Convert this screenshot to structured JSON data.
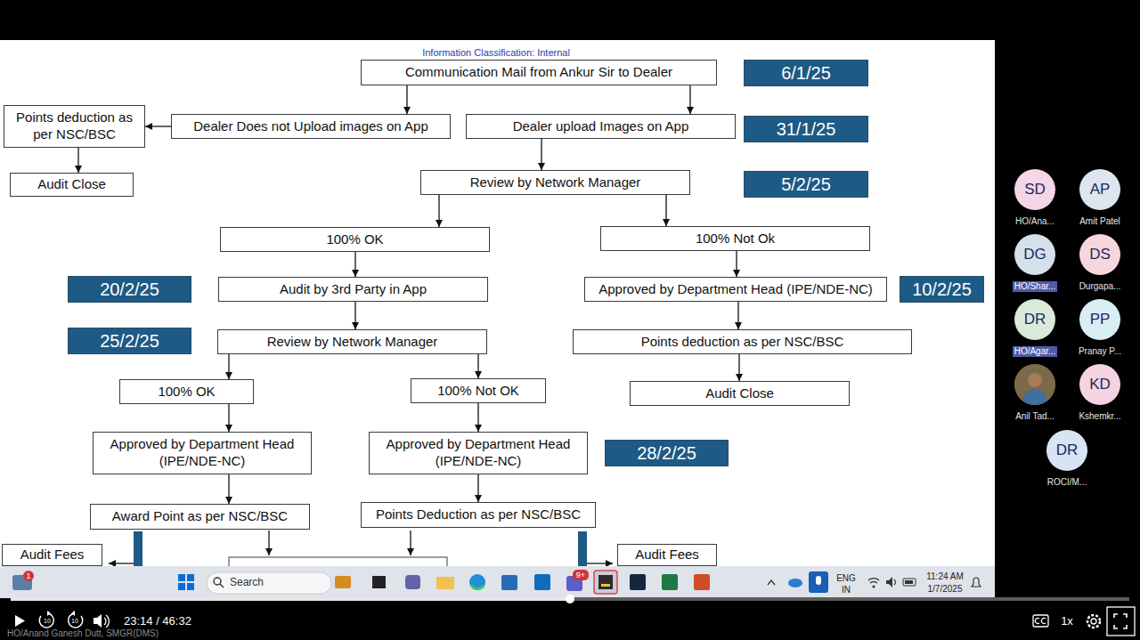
{
  "diagram": {
    "nodes": [
      {
        "text": [
          "Communication Mail from Ankur Sir to Dealer"
        ]
      },
      {
        "text": [
          "6/1/25"
        ]
      },
      {
        "text": [
          "Points deduction as per NSC/BSC"
        ]
      },
      {
        "text": [
          "Dealer Does not Upload images on App"
        ]
      },
      {
        "text": [
          "Dealer upload Images on App"
        ]
      },
      {
        "text": [
          "31/1/25"
        ]
      },
      {
        "text": [
          "Audit Close"
        ]
      },
      {
        "text": [
          "Review by Network Manager"
        ]
      },
      {
        "text": [
          "5/2/25"
        ]
      },
      {
        "text": [
          "100% OK"
        ]
      },
      {
        "text": [
          "100% Not Ok"
        ]
      },
      {
        "text": [
          "20/2/25"
        ]
      },
      {
        "text": [
          "Audit by 3rd Party in App"
        ]
      },
      {
        "text": [
          "Approved by Department Head (IPE/NDE-NC)"
        ]
      },
      {
        "text": [
          "10/2/25"
        ]
      },
      {
        "text": [
          "25/2/25"
        ]
      },
      {
        "text": [
          "Review by Network Manager"
        ]
      },
      {
        "text": [
          "Points deduction as per NSC/BSC"
        ]
      },
      {
        "text": [
          "100% OK"
        ]
      },
      {
        "text": [
          "100% Not OK"
        ]
      },
      {
        "text": [
          "Audit Close"
        ]
      },
      {
        "text": [
          "Approved by Department Head (IPE/NDE-NC)"
        ]
      },
      {
        "text": [
          "Approved by Department Head (IPE/NDE-NC)"
        ]
      },
      {
        "text": [
          "28/2/25"
        ]
      },
      {
        "text": [
          "Award Point as per NSC/BSC"
        ]
      },
      {
        "text": [
          "Points Deduction as per NSC/BSC"
        ]
      },
      {
        "text": [
          "Audit Fees"
        ]
      },
      {
        "text": [
          "Audit Fees"
        ]
      },
      {
        "text": [
          "SD",
          "HO/Ana..."
        ]
      },
      {
        "text": [
          "AP",
          "Amit Patel"
        ]
      },
      {
        "text": [
          "DG",
          "HO/Shar..."
        ]
      },
      {
        "text": [
          "DS",
          "Durgapa..."
        ]
      },
      {
        "text": [
          "DR",
          "HO/Agar..."
        ]
      },
      {
        "text": [
          "PP",
          "Pranay P..."
        ]
      },
      {
        "text": [
          "Anil Tad..."
        ]
      },
      {
        "text": [
          "KD",
          "Kshemkr..."
        ]
      },
      {
        "text": [
          "DR",
          "ROCI/M..."
        ]
      }
    ],
    "edges": [
      {
        "from": 0,
        "to": 3,
        "arrow": "to"
      },
      {
        "from": 0,
        "to": 4,
        "arrow": "to"
      },
      {
        "from": 3,
        "to": 2,
        "arrow": "to"
      },
      {
        "from": 2,
        "to": 6,
        "arrow": "to"
      },
      {
        "from": 4,
        "to": 7,
        "arrow": "to"
      },
      {
        "from": 7,
        "to": 9,
        "arrow": "to"
      },
      {
        "from": 7,
        "to": 10,
        "arrow": "to"
      },
      {
        "from": 9,
        "to": 12,
        "arrow": "to"
      },
      {
        "from": 12,
        "to": 16,
        "arrow": "to"
      },
      {
        "from": 16,
        "to": 18,
        "arrow": "to"
      },
      {
        "from": 16,
        "to": 19,
        "arrow": "to"
      },
      {
        "from": 18,
        "to": 21,
        "arrow": "to"
      },
      {
        "from": 19,
        "to": 22,
        "arrow": "to"
      },
      {
        "from": 21,
        "to": 24,
        "arrow": "to"
      },
      {
        "from": 22,
        "to": 25,
        "arrow": "to"
      },
      {
        "from": 10,
        "to": 13,
        "arrow": "to"
      },
      {
        "from": 13,
        "to": 17,
        "arrow": "to"
      },
      {
        "from": 17,
        "to": 20,
        "arrow": "to"
      }
    ],
    "labels": [
      "Information Classification: Internal",
      "Search",
      "1",
      "9+",
      "ENG",
      "IN",
      "11:24 AM",
      "1/7/2025",
      "23:14 / 46:32",
      "1x",
      "10",
      "10",
      "HO/Anand Ganesh Dutt, SMGR(DMS)"
    ]
  }
}
